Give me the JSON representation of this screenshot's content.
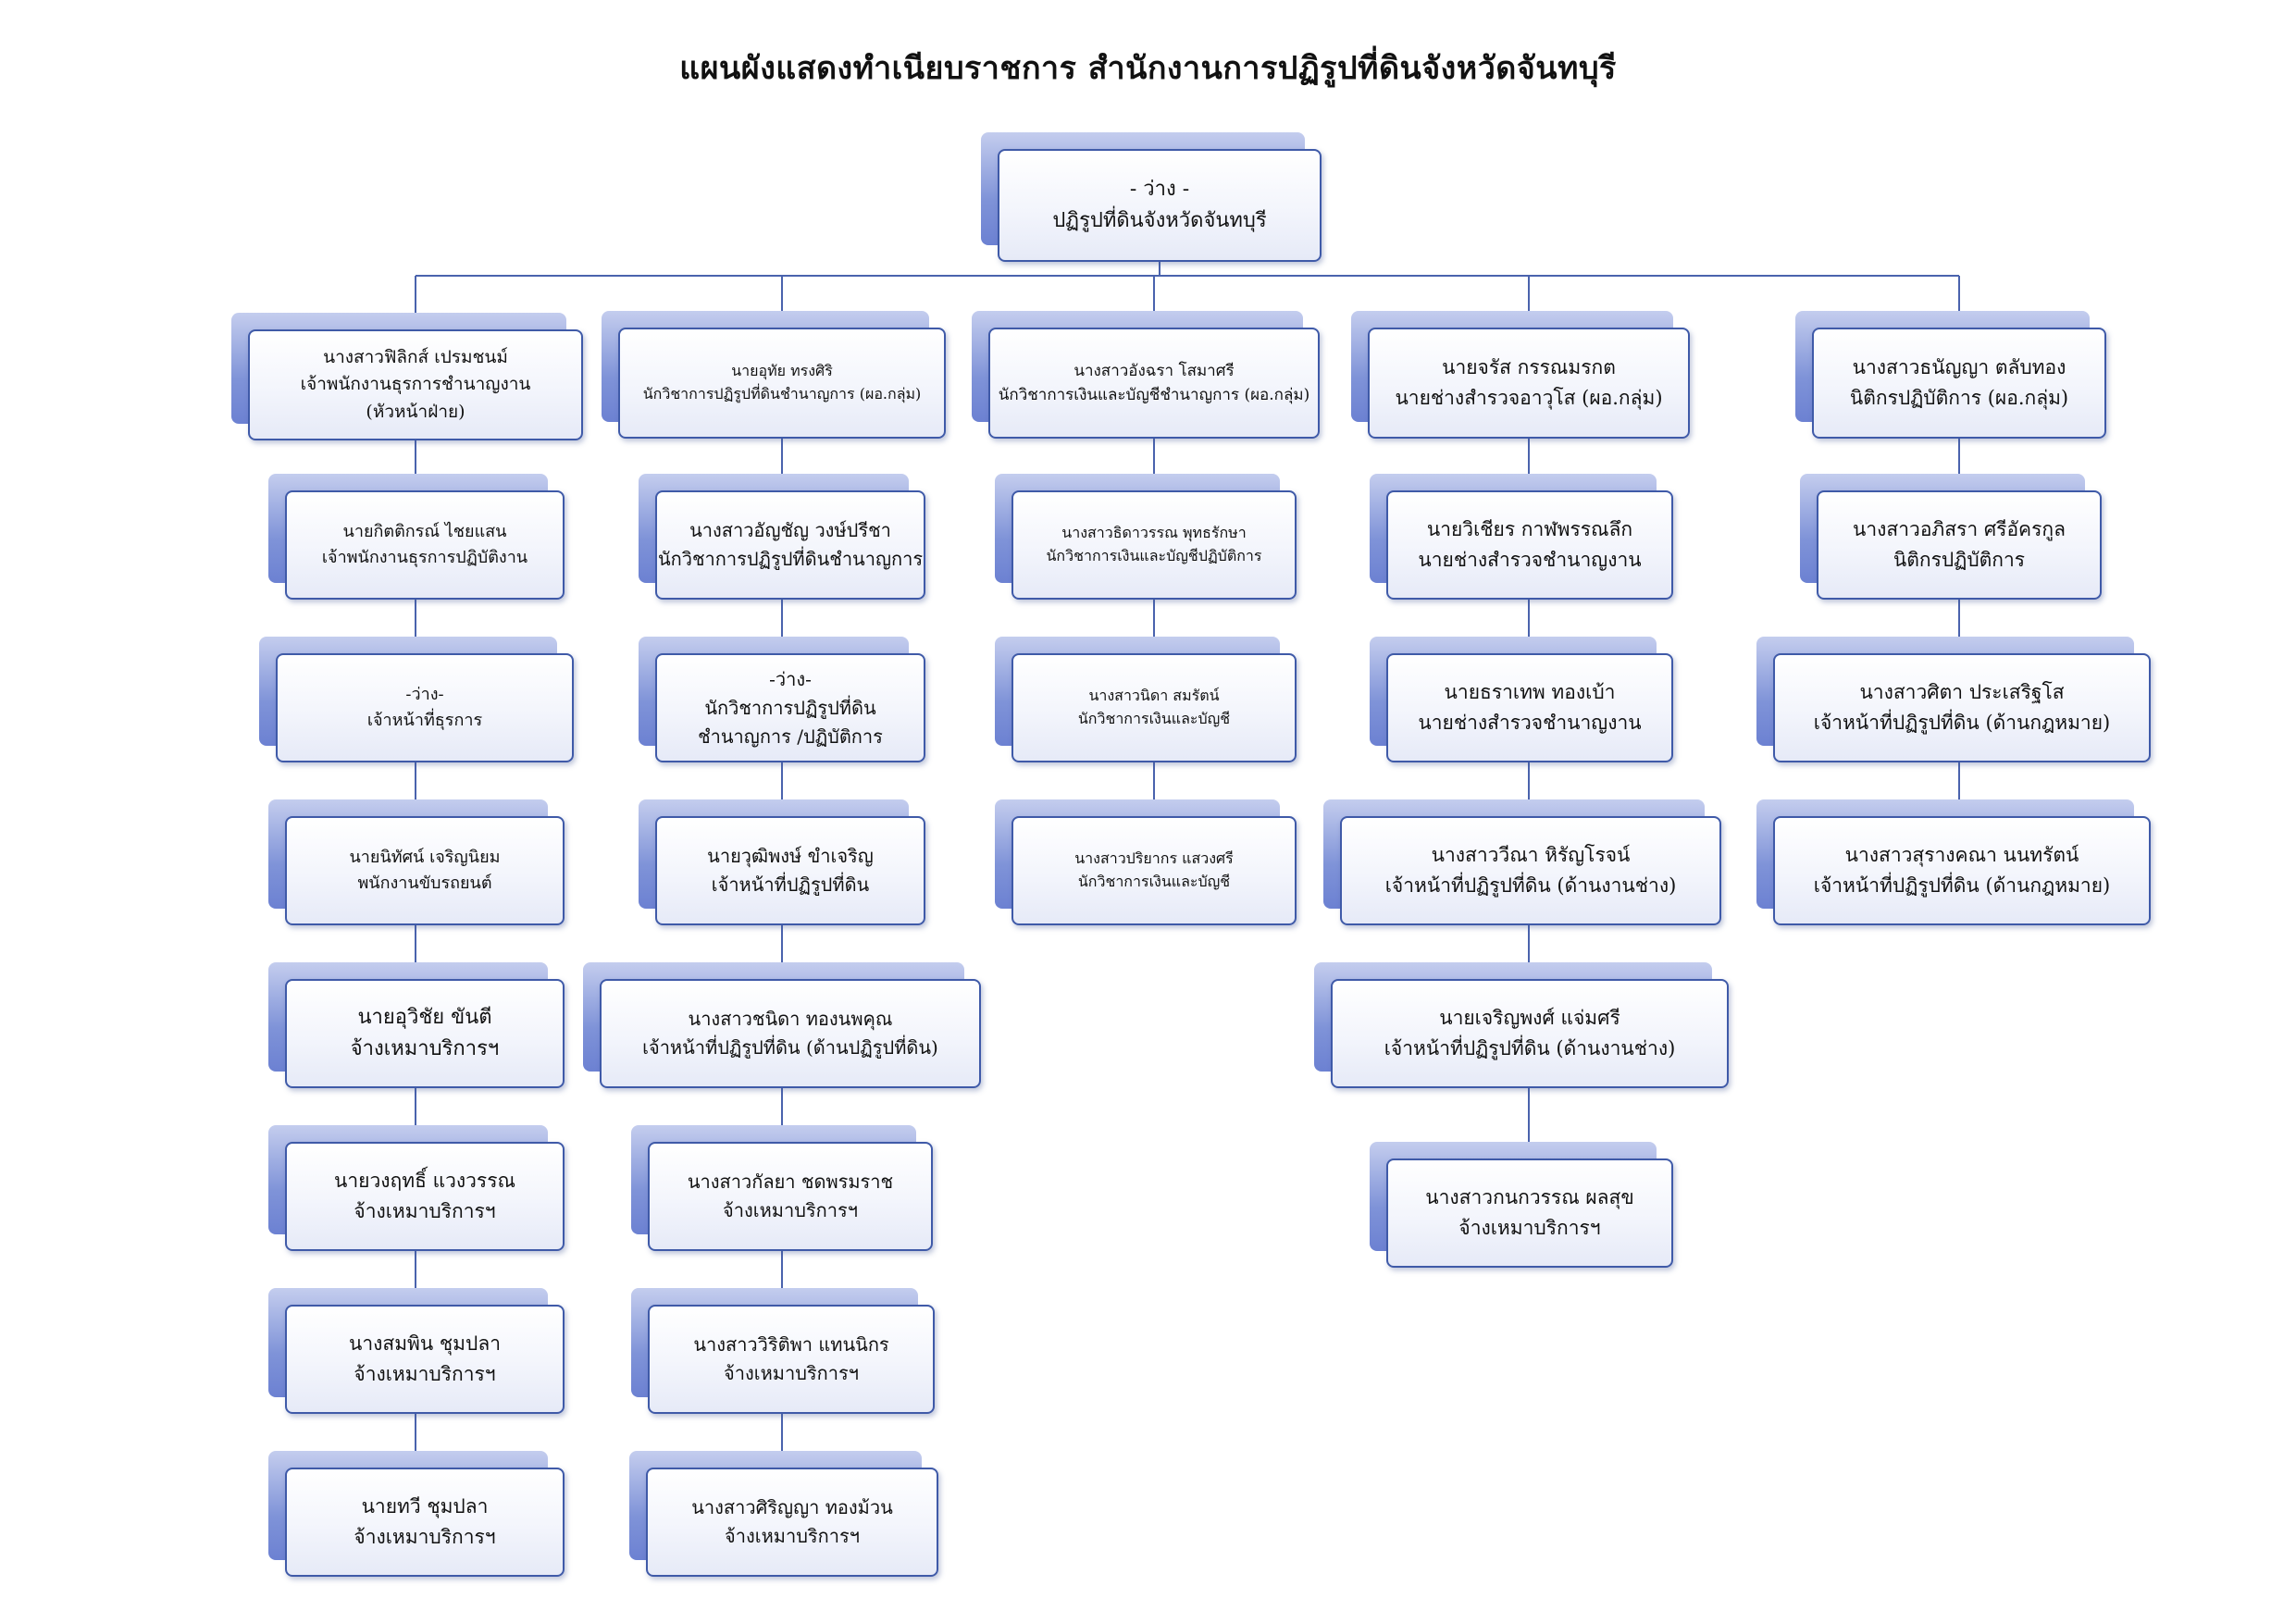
{
  "title": "แผนผังแสดงทำเนียบราชการ สำนักงานการปฏิรูปที่ดินจังหวัดจันทบุรี",
  "head": {
    "name": "- ว่าง -",
    "position": "ปฏิรูปที่ดินจังหวัดจันทบุรี"
  },
  "columns": [
    {
      "members": [
        {
          "name": "นางสาวฟิลิกส์ เปรมชนม์",
          "position": "เจ้าพนักงานธุรการชำนาญงาน",
          "position2": "(หัวหน้าฝ่าย)"
        },
        {
          "name": "นายกิตติกรณ์ ไชยแสน",
          "position": "เจ้าพนักงานธุรการปฏิบัติงาน"
        },
        {
          "name": "-ว่าง-",
          "position": "เจ้าหน้าที่ธุรการ"
        },
        {
          "name": "นายนิทัศน์ เจริญนิยม",
          "position": "พนักงานขับรถยนต์"
        },
        {
          "name": "นายอุวิชัย ขันตี",
          "position": "จ้างเหมาบริการฯ"
        },
        {
          "name": "นายวงฤทธิ์ แวงวรรณ",
          "position": "จ้างเหมาบริการฯ"
        },
        {
          "name": "นางสมพิน ชุมปลา",
          "position": "จ้างเหมาบริการฯ"
        },
        {
          "name": "นายทวี ชุมปลา",
          "position": "จ้างเหมาบริการฯ"
        }
      ]
    },
    {
      "members": [
        {
          "name": "นายอุทัย ทรงศิริ",
          "position": "นักวิชาการปฏิรูปที่ดินชำนาญการ (ผอ.กลุ่ม)"
        },
        {
          "name": "นางสาวอัญชัญ วงษ์ปรีชา",
          "position": "นักวิชาการปฏิรูปที่ดินชำนาญการ"
        },
        {
          "name": "-ว่าง-",
          "position": "นักวิชาการปฏิรูปที่ดิน",
          "position2": "ชำนาญการ /ปฏิบัติการ"
        },
        {
          "name": "นายวุฒิพงษ์ ขำเจริญ",
          "position": "เจ้าหน้าที่ปฏิรูปที่ดิน"
        },
        {
          "name": "นางสาวชนิดา ทองนพคุณ",
          "position": "เจ้าหน้าที่ปฏิรูปที่ดิน (ด้านปฏิรูปที่ดิน)"
        },
        {
          "name": "นางสาวกัลยา ชดพรมราช",
          "position": "จ้างเหมาบริการฯ"
        },
        {
          "name": "นางสาววิริติพา แทนนิกร",
          "position": "จ้างเหมาบริการฯ"
        },
        {
          "name": "นางสาวศิริญญา ทองม้วน",
          "position": "จ้างเหมาบริการฯ"
        }
      ]
    },
    {
      "members": [
        {
          "name": "นางสาวอังฉรา โสมาศรี",
          "position": "นักวิชาการเงินและบัญชีชำนาญการ (ผอ.กลุ่ม)"
        },
        {
          "name": "นางสาวธิดาวรรณ พุทธรักษา",
          "position": "นักวิชาการเงินและบัญชีปฏิบัติการ"
        },
        {
          "name": "นางสาวนิดา สมรัตน์",
          "position": "นักวิชาการเงินและบัญชี"
        },
        {
          "name": "นางสาวปริยากร แสวงศรี",
          "position": "นักวิชาการเงินและบัญชี"
        }
      ]
    },
    {
      "members": [
        {
          "name": "นายจรัส กรรณมรกต",
          "position": "นายช่างสำรวจอาวุโส (ผอ.กลุ่ม)"
        },
        {
          "name": "นายวิเชียร กาฬพรรณลึก",
          "position": "นายช่างสำรวจชำนาญงาน"
        },
        {
          "name": "นายธราเทพ ทองเบ้า",
          "position": "นายช่างสำรวจชำนาญงาน"
        },
        {
          "name": "นางสาววีณา หิรัญโรจน์",
          "position": "เจ้าหน้าที่ปฏิรูปที่ดิน (ด้านงานช่าง)"
        },
        {
          "name": "นายเจริญพงศ์ แจ่มศรี",
          "position": "เจ้าหน้าที่ปฏิรูปที่ดิน (ด้านงานช่าง)"
        },
        {
          "name": "นางสาวกนกวรรณ ผลสุข",
          "position": "จ้างเหมาบริการฯ"
        }
      ]
    },
    {
      "members": [
        {
          "name": "นางสาวธนัญญา ตลับทอง",
          "position": "นิติกรปฏิบัติการ (ผอ.กลุ่ม)"
        },
        {
          "name": "นางสาวอภิสรา ศรีอัครกูล",
          "position": "นิติกรปฏิบัติการ"
        },
        {
          "name": "นางสาวศิตา ประเสริฐโส",
          "position": "เจ้าหน้าที่ปฏิรูปที่ดิน (ด้านกฎหมาย)"
        },
        {
          "name": "นางสาวสุรางคณา นนทรัตน์",
          "position": "เจ้าหน้าที่ปฏิรูปที่ดิน (ด้านกฎหมาย)"
        }
      ]
    }
  ]
}
